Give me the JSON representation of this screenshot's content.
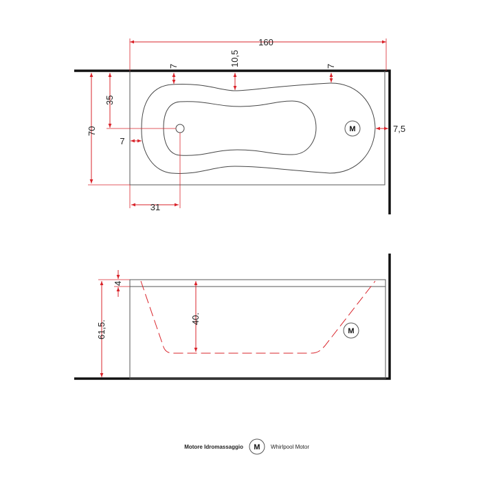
{
  "top_view": {
    "dim_length": "160",
    "dim_rim_mid": "10,5",
    "dim_rim_left": "7",
    "dim_rim_right": "7",
    "dim_half_width": "35",
    "dim_width": "70",
    "dim_side_rim": "7",
    "dim_end_rim": "7,5",
    "dim_drain_offset": "31",
    "motor_symbol": "M"
  },
  "side_view": {
    "dim_total_height": "61,5.",
    "dim_rim_thickness": "4",
    "dim_depth": "40.",
    "motor_symbol": "M"
  },
  "legend": {
    "label_it": "Motore Idromassaggio",
    "symbol": "M",
    "label_en": "Whirlpool Motor"
  },
  "colors": {
    "dimension_line": "#d9232a",
    "outline": "#333333",
    "wall": "#111111"
  }
}
